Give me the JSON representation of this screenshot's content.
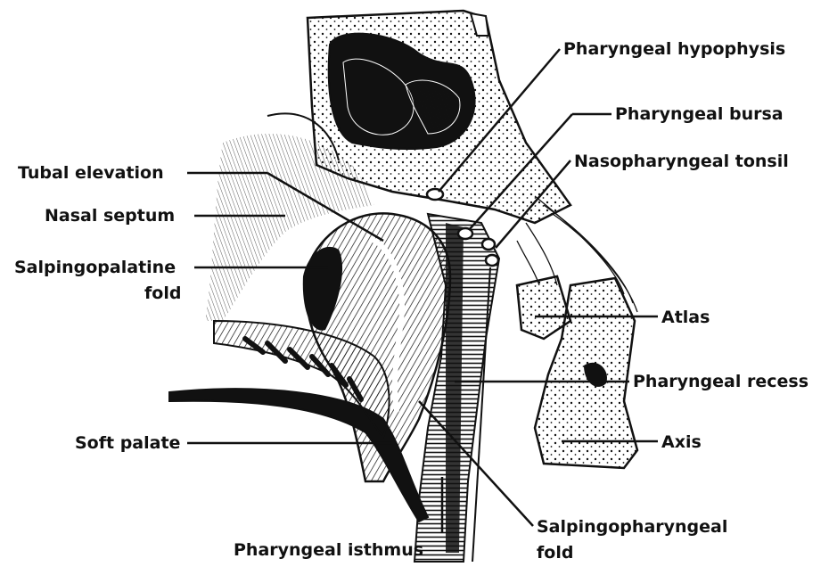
{
  "labels": {
    "pharyngeal_hypophysis": "Pharyngeal hypophysis",
    "pharyngeal_bursa": "Pharyngeal bursa",
    "nasopharyngeal_tonsil": "Nasopharyngeal tonsil",
    "tubal_elevation": "Tubal elevation",
    "nasal_septum": "Nasal septum",
    "salpingopalatine_fold_line1": "Salpingopalatine",
    "salpingopalatine_fold_line2": "fold",
    "atlas": "Atlas",
    "pharyngeal_recess": "Pharyngeal recess",
    "soft_palate": "Soft palate",
    "axis": "Axis",
    "salpingopharyngeal_fold_line1": "Salpingopharyngeal",
    "salpingopharyngeal_fold_line2": "fold",
    "pharyngeal_isthmus": "Pharyngeal isthmus"
  },
  "colors": {
    "ink": "#111111",
    "paper": "#ffffff"
  }
}
